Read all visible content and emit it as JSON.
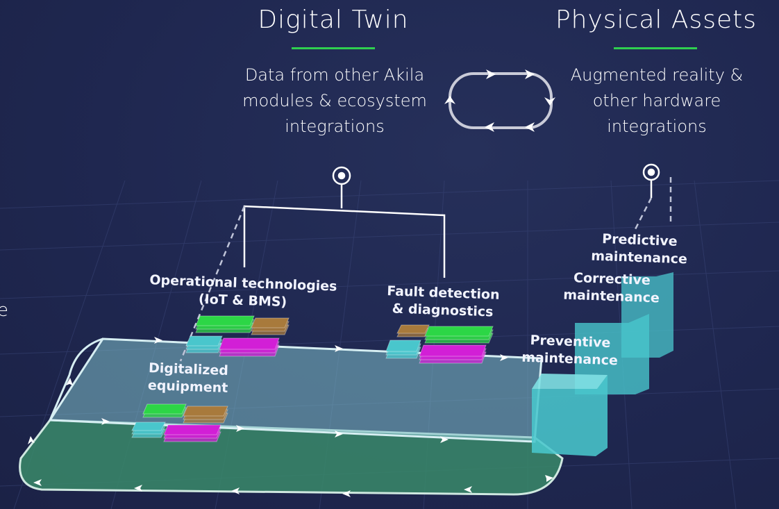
{
  "colors": {
    "background": "#1f2750",
    "accent_green": "#2fd04f",
    "cyan_block": "#49c6cc",
    "green_block": "#2cd646",
    "brown_block": "#a87a3c",
    "magenta_block": "#d21fd6",
    "twin_plane": "#5fa9b5",
    "physical_plane": "#3a8a6a"
  },
  "header": {
    "digital_twin_title": "Digital Twin",
    "physical_assets_title": "Physical Assets",
    "digital_twin_desc": [
      "Data from other Akila",
      "modules & ecosystem",
      "integrations"
    ],
    "physical_assets_desc": [
      "Augmented reality &",
      "other hardware",
      "integrations"
    ]
  },
  "labels": {
    "operational": [
      "Operational technologies",
      "(IoT & BMS)"
    ],
    "fault": [
      "Fault detection",
      "& diagnostics"
    ],
    "digitalized": [
      "Digitalized",
      "equipment"
    ],
    "predictive": [
      "Predictive",
      "maintenance"
    ],
    "corrective": [
      "Corrective",
      "maintenance"
    ],
    "preventive": [
      "Preventive",
      "maintenance"
    ],
    "edge_cut": "e"
  },
  "icons": [
    "cycle-arrows-icon",
    "pin-icon",
    "chevron-arrow-icon",
    "data-stack-icon",
    "cube-icon"
  ]
}
